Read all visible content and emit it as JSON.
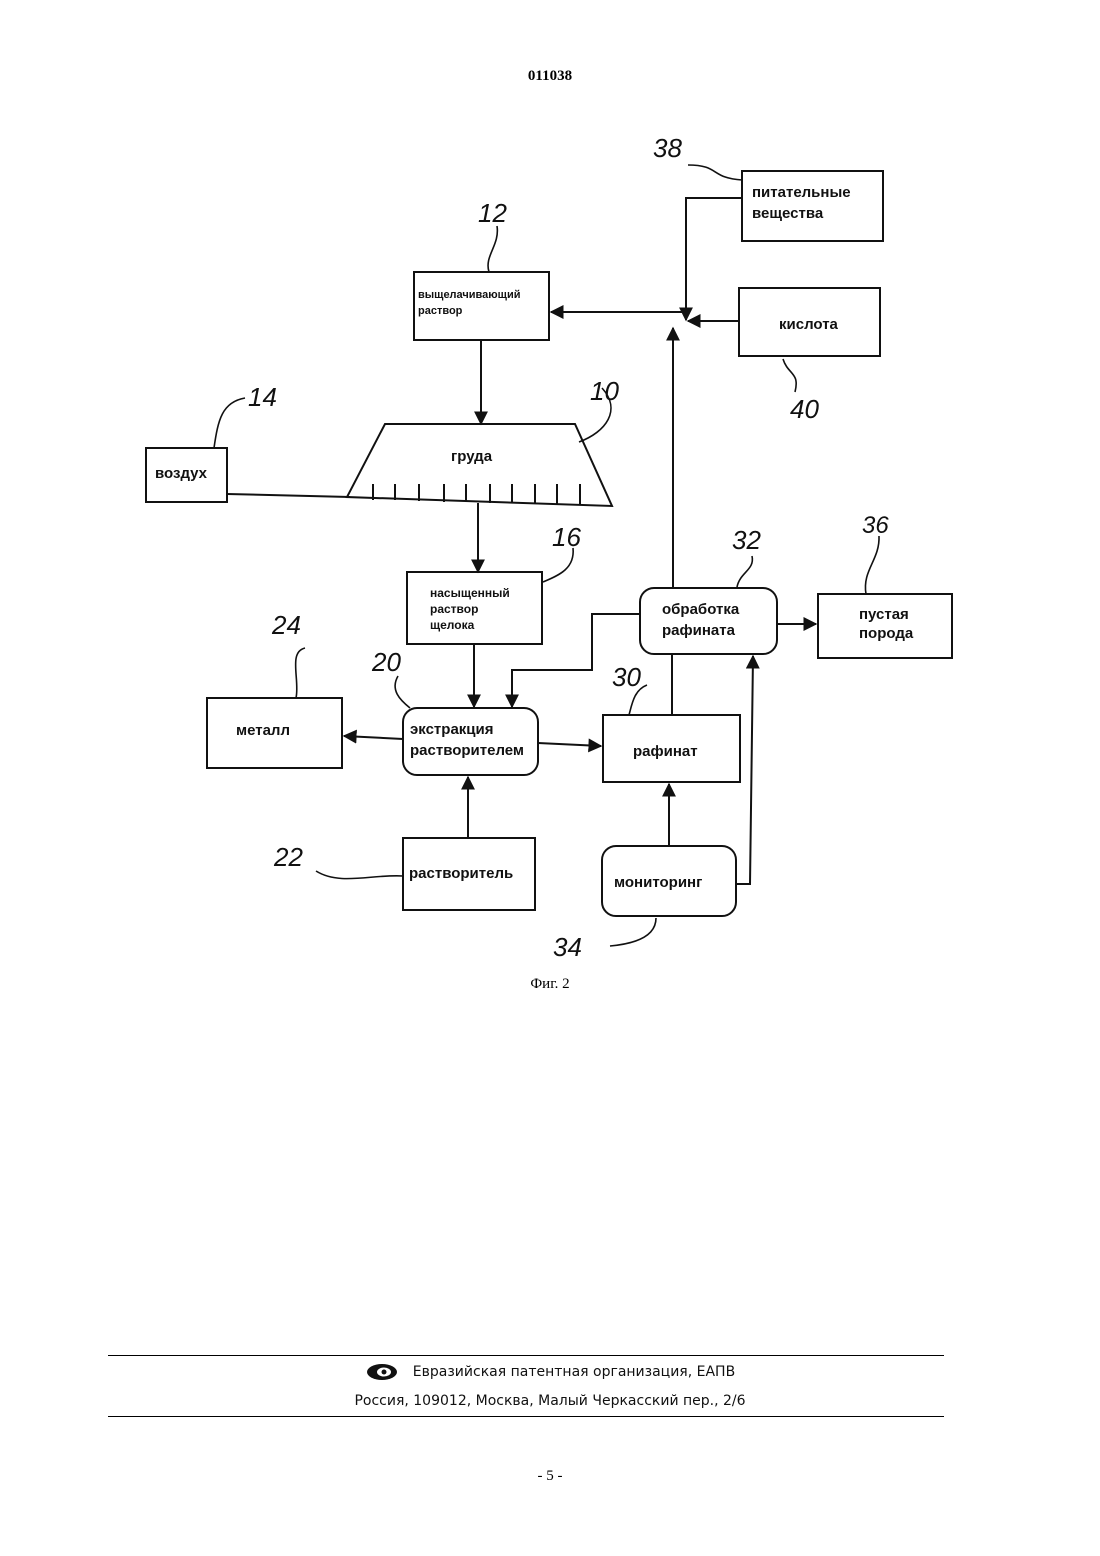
{
  "header": {
    "doc_number": "011038"
  },
  "nodes": {
    "nutrients": [
      "питательные",
      "вещества"
    ],
    "leach": [
      "выщелачивающий",
      "раствор"
    ],
    "acid": "кислота",
    "air": "воздух",
    "heap": "груда",
    "pls": [
      "насыщенный",
      "раствор",
      "щелока"
    ],
    "raffinate_treatment": [
      "обработка",
      "рафината"
    ],
    "tailings": [
      "пустая",
      "порода"
    ],
    "metal": "металл",
    "sx": [
      "экстракция",
      "растворителем"
    ],
    "raffinate": "рафинат",
    "solvent": "растворитель",
    "monitoring": "мониторинг"
  },
  "refs": {
    "r38": "38",
    "r12": "12",
    "r40": "40",
    "r14": "14",
    "r10": "10",
    "r16": "16",
    "r32": "32",
    "r36": "36",
    "r24": "24",
    "r20": "20",
    "r30": "30",
    "r22": "22",
    "r34": "34"
  },
  "caption": "Фиг. 2",
  "footer": {
    "org": "Евразийская патентная организация, ЕАПВ",
    "address": "Россия, 109012, Москва, Малый Черкасский пер., 2/6"
  },
  "page_number": "- 5 -"
}
